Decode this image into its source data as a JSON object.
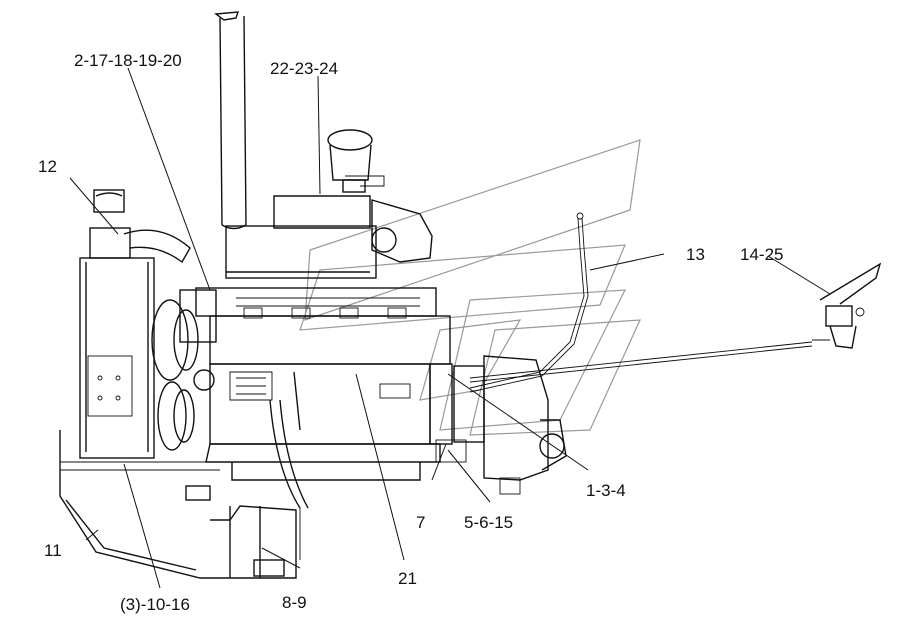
{
  "callouts": [
    {
      "id": "c1",
      "label": "2-17-18-19-20"
    },
    {
      "id": "c2",
      "label": "22-23-24"
    },
    {
      "id": "c3",
      "label": "12"
    },
    {
      "id": "c4",
      "label": "13"
    },
    {
      "id": "c5",
      "label": "14-25"
    },
    {
      "id": "c6",
      "label": "1-3-4"
    },
    {
      "id": "c7",
      "label": "7"
    },
    {
      "id": "c8",
      "label": "5-6-15"
    },
    {
      "id": "c9",
      "label": "21"
    },
    {
      "id": "c10",
      "label": "11"
    },
    {
      "id": "c11",
      "label": "(3)-10-16"
    },
    {
      "id": "c12",
      "label": "8-9"
    }
  ]
}
